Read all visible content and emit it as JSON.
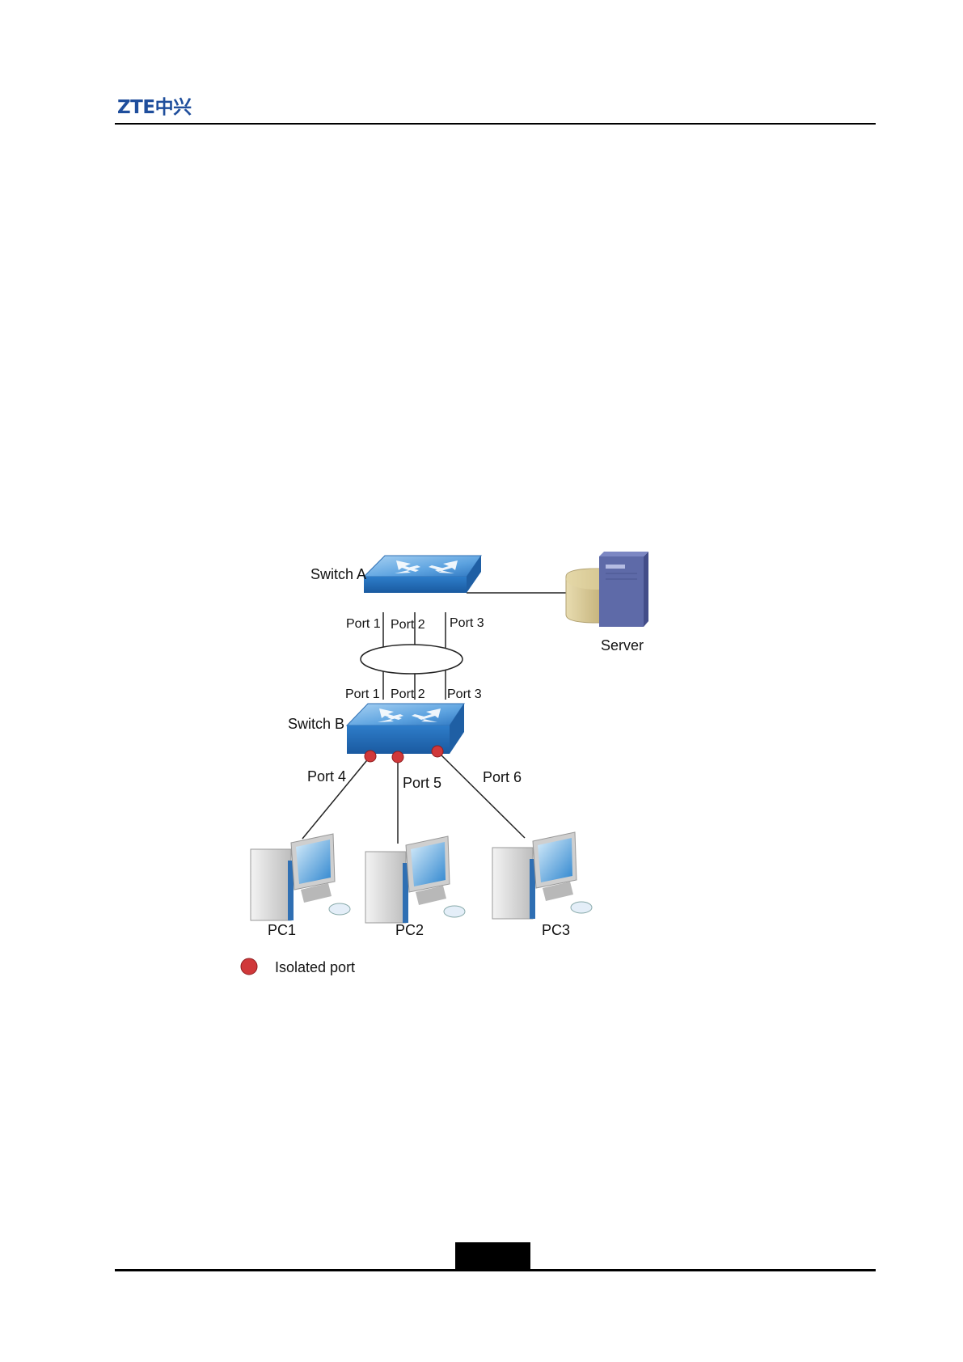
{
  "header": {
    "logo": "ZTE中兴"
  },
  "diagram": {
    "switch_a": "Switch A",
    "switch_b": "Switch B",
    "server": "Server",
    "a_ports": [
      "Port 1",
      "Port 2",
      "Port 3"
    ],
    "b_ports": [
      "Port 1",
      "Port 2",
      "Port 3"
    ],
    "port4": "Port 4",
    "port5": "Port 5",
    "port6": "Port 6",
    "pcs": [
      "PC1",
      "PC2",
      "PC3"
    ],
    "legend": "Isolated port",
    "colors": {
      "switch": "#3f8bd0",
      "isolated_port": "#d0383a",
      "server": "#5e6aa8",
      "disk": "#d8c893"
    }
  }
}
